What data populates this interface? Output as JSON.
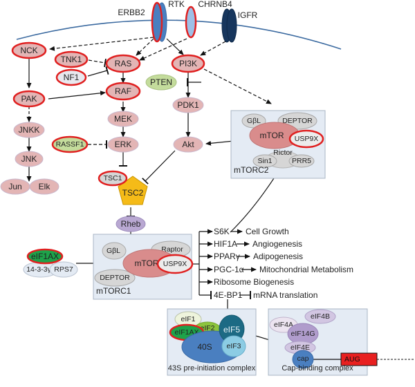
{
  "diagram": {
    "type": "signaling-pathway",
    "colors": {
      "node_pink": "#e3b5b5",
      "node_red_border": "#e02020",
      "node_green": "#c4dc9c",
      "node_gray": "#d6d6d6",
      "node_light": "#ececec",
      "mtor": "#d98c8c",
      "tsc2": "#f5bb18",
      "rheb": "#b9a8d2",
      "complex_bg": "#e4ebf4",
      "membrane": "#3b6aa0",
      "eif1ax_green": "#1ea34a",
      "aug_red": "#e82020"
    },
    "receptors": {
      "erbb2": "ERBB2",
      "rtk": "RTK",
      "chrnb4": "CHRNB4",
      "igfr": "IGFR"
    },
    "nodes": {
      "nck": "NCK",
      "pak": "PAK",
      "jnkk": "JNKK",
      "jnk": "JNK",
      "jun": "Jun",
      "elk": "Elk",
      "tnk1": "TNK1",
      "nf1": "NF1",
      "ras": "RAS",
      "raf": "RAF",
      "mek": "MEK",
      "erk": "ERK",
      "rassf1": "RASSF1",
      "tsc1": "TSC1",
      "tsc2": "TSC2",
      "rheb": "Rheb",
      "pi3k": "PI3K",
      "pten": "PTEN",
      "pdk1": "PDK1",
      "akt": "Akt",
      "eif1ax_left": "eIF1AX",
      "ywhag": "14-3-3γ",
      "rps7": "RPS7"
    },
    "mtorc2": {
      "label": "mTORC2",
      "gbl": "GβL",
      "deptor": "DEPTOR",
      "mtor": "mTOR",
      "usp9x": "USP9X",
      "rictor": "Rictor",
      "sin1": "Sin1",
      "prr5": "PRR5"
    },
    "mtorc1": {
      "label": "mTORC1",
      "gbl": "GβL",
      "raptor": "Raptor",
      "mtor": "mTOR",
      "usp9x": "USP9X",
      "deptor": "DEPTOR"
    },
    "outputs": [
      {
        "effector": "S6K",
        "outcome": "Cell Growth",
        "relation": "activates"
      },
      {
        "effector": "HIF1A",
        "outcome": "Angiogenesis",
        "relation": "activates"
      },
      {
        "effector": "PPARγ",
        "outcome": "Adipogenesis",
        "relation": "activates"
      },
      {
        "effector": "PGC-1α",
        "outcome": "Mitochondrial Metabolism",
        "relation": "activates"
      },
      {
        "effector": "Ribosome Biogenesis",
        "outcome": "",
        "relation": "activates"
      },
      {
        "effector": "4E-BP1",
        "outcome": "mRNA translation",
        "relation": "inhibits"
      }
    ],
    "pic43s": {
      "label": "43S pre-initiation complex",
      "eif1": "eIF1",
      "eif2": "eIF2",
      "eif1ax": "eIF1AX",
      "eif5": "eIF5",
      "s40": "40S",
      "eif3": "eIF3"
    },
    "capbinding": {
      "label": "Cap-binding complex",
      "eif4a": "eIF4A",
      "eif4b": "eIF4B",
      "eif14g": "eIF14G",
      "eif4e": "eIF4E",
      "cap": "cap",
      "aug": "AUG"
    }
  }
}
